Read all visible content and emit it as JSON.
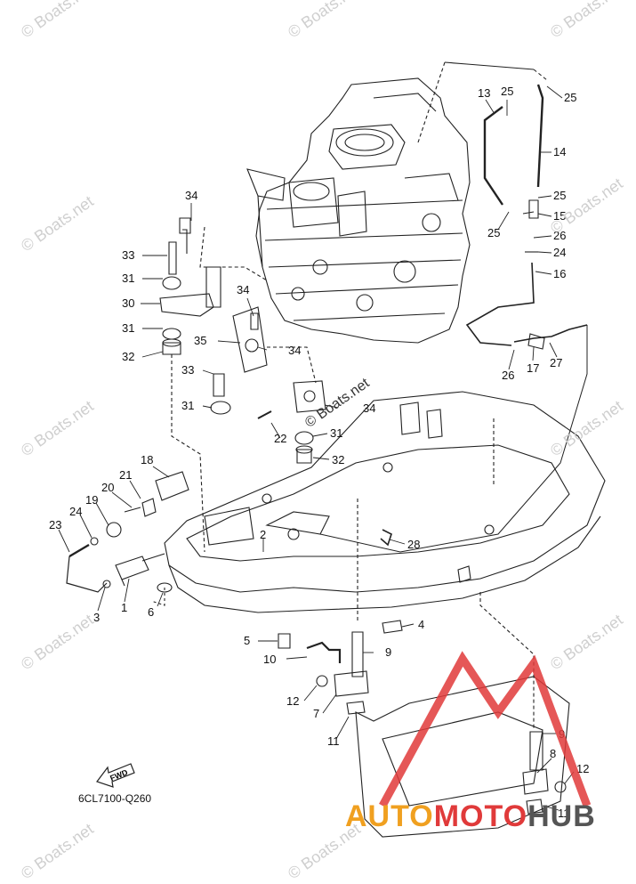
{
  "watermark": "© Boats.net",
  "diagram_code": "6CL7100-Q260",
  "fwd_label": "FWD",
  "logo": {
    "part1": "AUTO",
    "part2": "MOTO",
    "part3": "HUB"
  },
  "callouts": [
    {
      "id": "c34a",
      "label": "34"
    },
    {
      "id": "c33a",
      "label": "33"
    },
    {
      "id": "c31a",
      "label": "31"
    },
    {
      "id": "c30",
      "label": "30"
    },
    {
      "id": "c31b",
      "label": "31"
    },
    {
      "id": "c32a",
      "label": "32"
    },
    {
      "id": "c34b",
      "label": "34"
    },
    {
      "id": "c35",
      "label": "35"
    },
    {
      "id": "c34c",
      "label": "34"
    },
    {
      "id": "c33b",
      "label": "33"
    },
    {
      "id": "c31c",
      "label": "31"
    },
    {
      "id": "c34d",
      "label": "34"
    },
    {
      "id": "c22",
      "label": "22"
    },
    {
      "id": "c31d",
      "label": "31"
    },
    {
      "id": "c32b",
      "label": "32"
    },
    {
      "id": "c13",
      "label": "13"
    },
    {
      "id": "c25a",
      "label": "25"
    },
    {
      "id": "c25b",
      "label": "25"
    },
    {
      "id": "c14",
      "label": "14"
    },
    {
      "id": "c25c",
      "label": "25"
    },
    {
      "id": "c15",
      "label": "15"
    },
    {
      "id": "c25d",
      "label": "25"
    },
    {
      "id": "c26a",
      "label": "26"
    },
    {
      "id": "c24a",
      "label": "24"
    },
    {
      "id": "c16",
      "label": "16"
    },
    {
      "id": "c26b",
      "label": "26"
    },
    {
      "id": "c17",
      "label": "17"
    },
    {
      "id": "c27",
      "label": "27"
    },
    {
      "id": "c18",
      "label": "18"
    },
    {
      "id": "c21",
      "label": "21"
    },
    {
      "id": "c20",
      "label": "20"
    },
    {
      "id": "c19",
      "label": "19"
    },
    {
      "id": "c24b",
      "label": "24"
    },
    {
      "id": "c23",
      "label": "23"
    },
    {
      "id": "c2",
      "label": "2"
    },
    {
      "id": "c28",
      "label": "28"
    },
    {
      "id": "c3",
      "label": "3"
    },
    {
      "id": "c1",
      "label": "1"
    },
    {
      "id": "c6",
      "label": "6"
    },
    {
      "id": "c4",
      "label": "4"
    },
    {
      "id": "c5",
      "label": "5"
    },
    {
      "id": "c9a",
      "label": "9"
    },
    {
      "id": "c10",
      "label": "10"
    },
    {
      "id": "c12a",
      "label": "12"
    },
    {
      "id": "c7",
      "label": "7"
    },
    {
      "id": "c11a",
      "label": "11"
    },
    {
      "id": "c9b",
      "label": "9"
    },
    {
      "id": "c8",
      "label": "8"
    },
    {
      "id": "c12b",
      "label": "12"
    },
    {
      "id": "c11b",
      "label": "11"
    }
  ]
}
